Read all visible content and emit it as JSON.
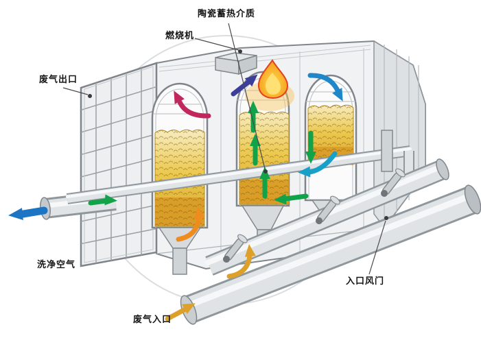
{
  "diagram": {
    "type": "regenerative-thermal-oxidizer-cutaway",
    "labels": {
      "ceramic_media": "陶瓷蓄热介质",
      "burner": "燃烧机",
      "exhaust_outlet": "废气出口",
      "clean_air": "洗净空气",
      "inlet_damper": "入口风门",
      "waste_gas_inlet": "废气入口"
    },
    "colors": {
      "clean_air_arrow": "#1b74c4",
      "flow_green": "#12a24a",
      "flow_cyan": "#17a0c8",
      "flow_blue": "#1f86c9",
      "flow_purple": "#3c3f99",
      "flow_crimson": "#c1265c",
      "flow_orange": "#ef8c1e",
      "waste_gas_gold": "#dda02b",
      "ceramic_media_yellow": "#e6c14a",
      "ceramic_media_deep": "#d89a26",
      "housing_grey": "#eef0f1",
      "flame_orange": "#f59a1b",
      "flame_yellow": "#ffd84d"
    },
    "icons": [
      "flame-icon",
      "flow-arrow-icon",
      "damper-actuator-icon"
    ]
  }
}
